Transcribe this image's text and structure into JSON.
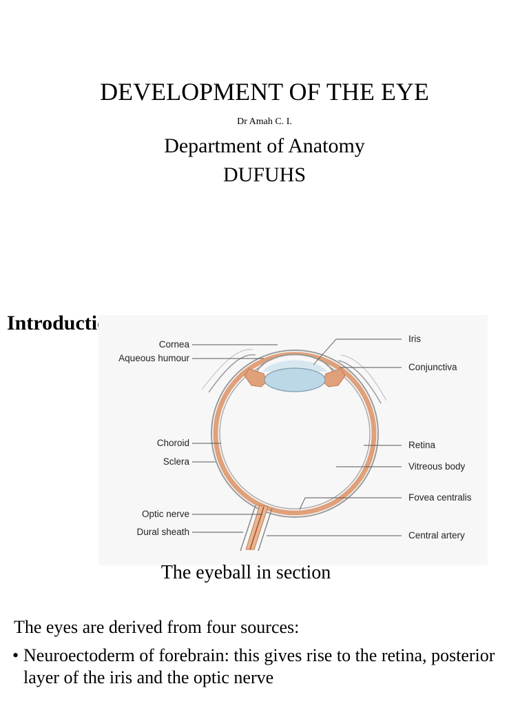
{
  "header": {
    "title": "DEVELOPMENT OF THE EYE",
    "author": "Dr Amah C. I.",
    "department": "Department of Anatomy",
    "institution": "DUFUHS"
  },
  "section": {
    "heading": "Introduction"
  },
  "figure": {
    "labels": {
      "cornea": "Cornea",
      "aqueous": "Aqueous humour",
      "choroid": "Choroid",
      "sclera": "Sclera",
      "optic_nerve": "Optic nerve",
      "dural_sheath": "Dural sheath",
      "iris": "Iris",
      "conjunctiva": "Conjunctiva",
      "retina": "Retina",
      "vitreous": "Vitreous body",
      "fovea": "Fovea centralis",
      "central_artery": "Central artery"
    },
    "caption": "The eyeball in section"
  },
  "body": {
    "intro_text": "The eyes are derived from four sources:",
    "bullet_marker": "•",
    "bullets": [
      "Neuroectoderm of forebrain: this gives rise to the retina, posterior layer of the iris and the optic nerve"
    ]
  },
  "colors": {
    "choroid": "#e0a07a",
    "lens": "#bcd7e6",
    "figure_bg": "#f7f7f7"
  }
}
